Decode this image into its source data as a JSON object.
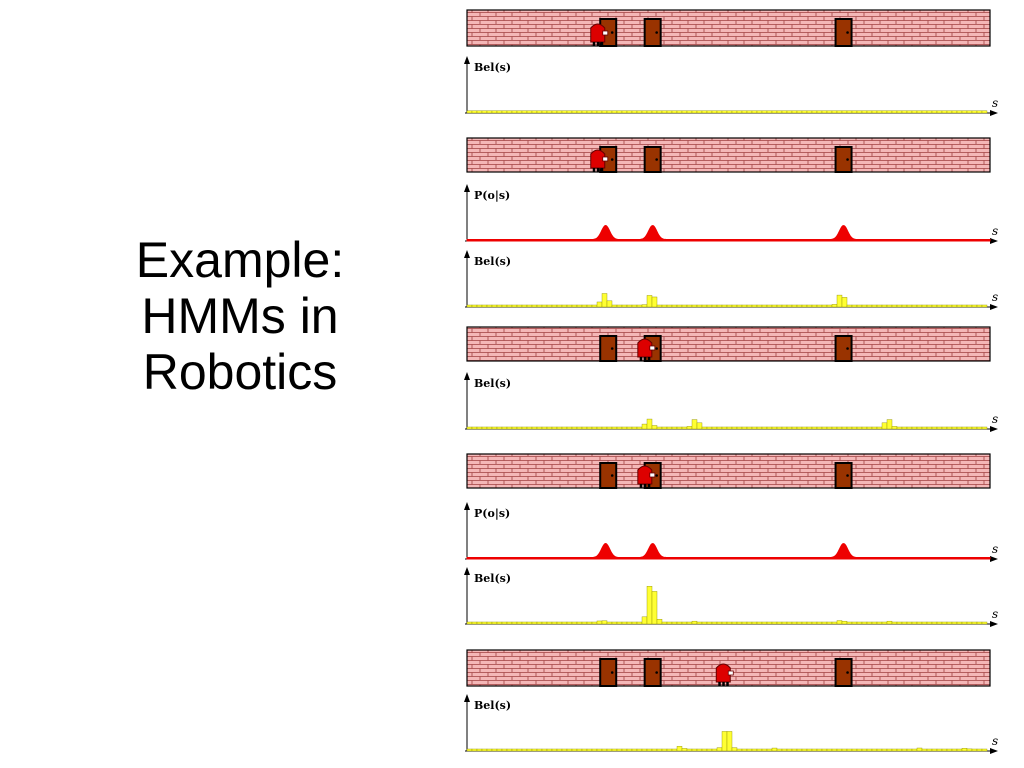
{
  "slide": {
    "title_lines": [
      "Example:",
      "HMMs in",
      "Robotics"
    ]
  },
  "labels": {
    "bel": "Bel(s)",
    "obs": "P(o|s)",
    "s": "s"
  },
  "colors": {
    "wall": "#f4b7b7",
    "mortar": "#a04040",
    "door": "#993300",
    "robot": "#dd0000",
    "belief": "#ffff33",
    "observation": "#ee0000",
    "axis": "#000000"
  },
  "icons": [
    "brick-wall",
    "door-icon",
    "robot-icon",
    "axis-arrow-icon"
  ],
  "corridor": {
    "positions": [
      0,
      100
    ],
    "doors": [
      27,
      35.5,
      72
    ]
  },
  "sequence": [
    {
      "kind": "wall",
      "robot": 25
    },
    {
      "kind": "bel",
      "uniform": true
    },
    {
      "kind": "wall",
      "robot": 25
    },
    {
      "kind": "obs",
      "peaks": [
        26.5,
        35.5,
        72
      ]
    },
    {
      "kind": "bel",
      "bumps": [
        [
          26.5,
          0.3
        ],
        [
          35.5,
          0.3
        ],
        [
          72,
          0.3
        ]
      ]
    },
    {
      "kind": "wall",
      "robot": 34
    },
    {
      "kind": "bel",
      "bumps": [
        [
          35,
          0.22
        ],
        [
          44,
          0.22
        ],
        [
          81,
          0.22
        ]
      ]
    },
    {
      "kind": "wall",
      "robot": 34
    },
    {
      "kind": "obs",
      "peaks": [
        26.5,
        35.5,
        72
      ]
    },
    {
      "kind": "bel",
      "bumps": [
        [
          26,
          0.08
        ],
        [
          35.5,
          1.0
        ],
        [
          44,
          0.06
        ],
        [
          72,
          0.08
        ],
        [
          81,
          0.06
        ]
      ]
    },
    {
      "kind": "wall",
      "robot": 49
    },
    {
      "kind": "bel",
      "bumps": [
        [
          41,
          0.1
        ],
        [
          50,
          0.55
        ],
        [
          59,
          0.06
        ],
        [
          87,
          0.06
        ],
        [
          96,
          0.06
        ]
      ]
    }
  ]
}
